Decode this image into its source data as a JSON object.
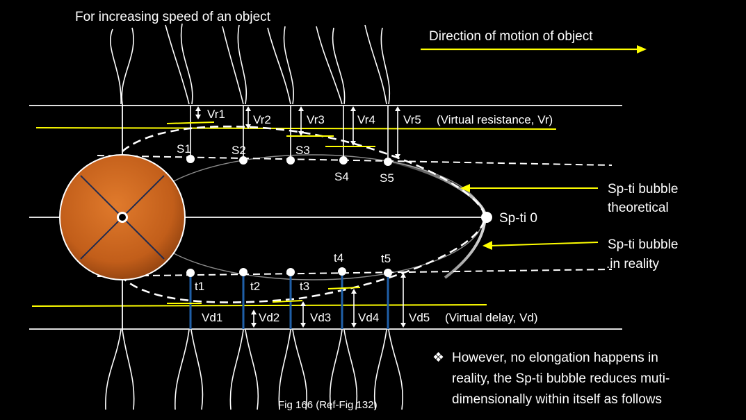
{
  "title": "For increasing speed of an object",
  "direction_label": "Direction of motion of object",
  "resistance_labels": [
    "Vr1",
    "Vr2",
    "Vr3",
    "Vr4",
    "Vr5"
  ],
  "resistance_suffix": "(Virtual resistance, Vr)",
  "s_labels": [
    "S1",
    "S2",
    "S3",
    "S4",
    "S5"
  ],
  "t_labels": [
    "t1",
    "t2",
    "t3",
    "t4",
    "t5"
  ],
  "delay_labels": [
    "Vd1",
    "Vd2",
    "Vd3",
    "Vd4",
    "Vd5"
  ],
  "delay_suffix": "(Virtual delay, Vd)",
  "origin_label": "Sp-ti 0",
  "bubble_theoretical": [
    "Sp-ti bubble",
    "theoretical"
  ],
  "bubble_reality": [
    "Sp-ti bubble",
    ".in reality"
  ],
  "note_bullet": "❖",
  "note_lines": [
    "However, no elongation happens in",
    "reality, the Sp-ti bubble reduces muti-",
    "dimensionally within itself as follows"
  ],
  "caption": "Fig 166 (Ref-Fig 132)",
  "colors": {
    "background": "#000000",
    "line": "#ffffff",
    "highlight": "#ffff00",
    "delay_bar": "#1f5fa8",
    "sphere": "#c8641e",
    "sphere_cross": "#1e2a50"
  }
}
